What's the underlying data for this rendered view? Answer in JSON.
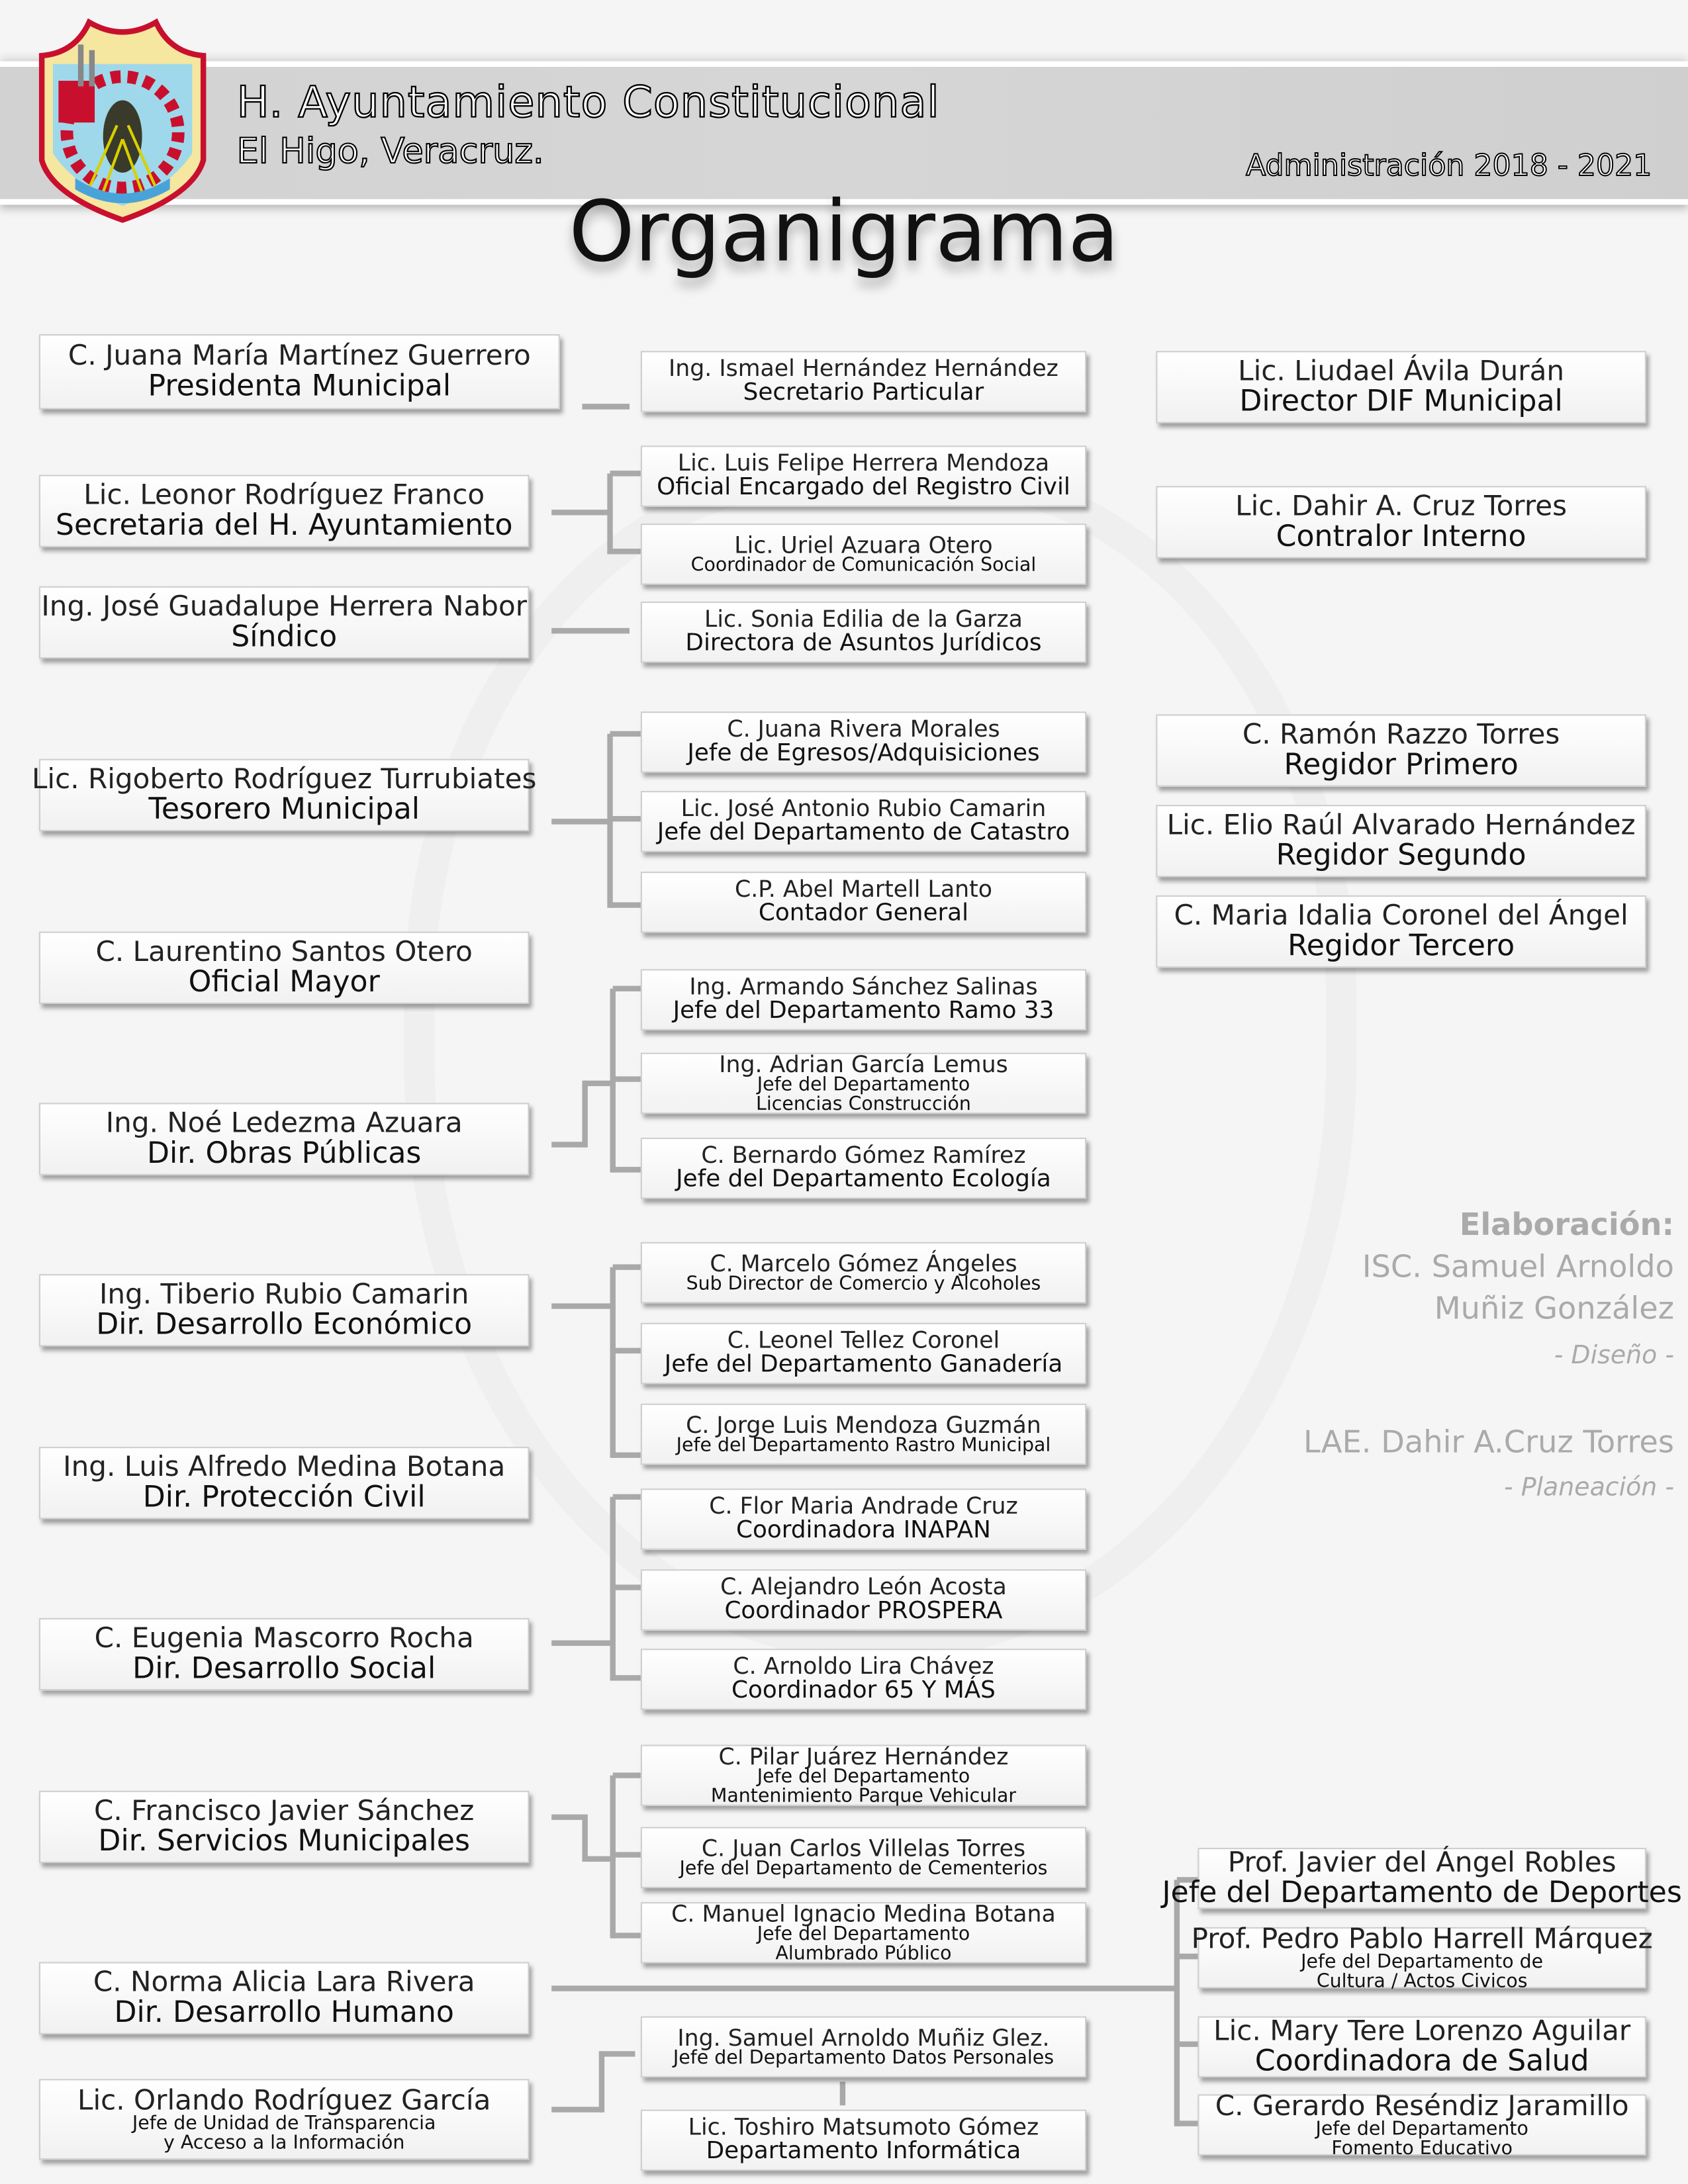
{
  "header": {
    "title": "H. Ayuntamiento Constitucional",
    "subtitle": "El Higo, Veracruz.",
    "administration": "Administración 2018 - 2021",
    "heading": "Organigrama"
  },
  "left": [
    {
      "name": "C. Juana María Martínez Guerrero",
      "role": "Presidenta Municipal"
    },
    {
      "name": "Lic. Leonor Rodríguez Franco",
      "role": "Secretaria del H. Ayuntamiento"
    },
    {
      "name": "Ing. José Guadalupe Herrera Nabor",
      "role": "Síndico"
    },
    {
      "name": "Lic. Rigoberto Rodríguez Turrubiates",
      "role": "Tesorero Municipal"
    },
    {
      "name": "C. Laurentino Santos Otero",
      "role": "Oficial Mayor"
    },
    {
      "name": "Ing. Noé Ledezma Azuara",
      "role": "Dir. Obras Públicas"
    },
    {
      "name": "Ing. Tiberio Rubio Camarin",
      "role": "Dir. Desarrollo Económico"
    },
    {
      "name": "Ing. Luis Alfredo Medina Botana",
      "role": "Dir. Protección Civil"
    },
    {
      "name": "C. Eugenia Mascorro Rocha",
      "role": "Dir. Desarrollo Social"
    },
    {
      "name": "C. Francisco Javier Sánchez",
      "role": "Dir. Servicios Municipales"
    },
    {
      "name": "C. Norma Alicia Lara Rivera",
      "role": "Dir. Desarrollo Humano"
    },
    {
      "name": "Lic. Orlando Rodríguez García",
      "small": [
        "Jefe de Unidad de Transparencia",
        "y Acceso a la Información"
      ]
    }
  ],
  "middle": [
    {
      "name": "Ing. Ismael Hernández Hernández",
      "role": "Secretario Particular"
    },
    {
      "name": "Lic. Luis Felipe Herrera Mendoza",
      "role": "Oficial Encargado del Registro Civil"
    },
    {
      "name": "Lic. Uriel Azuara Otero",
      "small": [
        "Coordinador de Comunicación Social"
      ]
    },
    {
      "name": "Lic. Sonia Edilia de la Garza",
      "role": "Directora de Asuntos Jurídicos"
    },
    {
      "name": "C. Juana Rivera Morales",
      "role": "Jefe de Egresos/Adquisiciones"
    },
    {
      "name": "Lic. José Antonio Rubio Camarin",
      "role": "Jefe del Departamento de Catastro"
    },
    {
      "name": "C.P. Abel Martell Lanto",
      "role": "Contador General"
    },
    {
      "name": "Ing. Armando Sánchez Salinas",
      "role": "Jefe del Departamento Ramo 33"
    },
    {
      "name": "Ing. Adrian García Lemus",
      "small": [
        "Jefe del Departamento",
        "Licencias Construcción"
      ]
    },
    {
      "name": "C. Bernardo Gómez Ramírez",
      "role": "Jefe del Departamento Ecología"
    },
    {
      "name": "C. Marcelo Gómez Ángeles",
      "small": [
        "Sub Director de Comercio y Alcoholes"
      ]
    },
    {
      "name": "C. Leonel Tellez Coronel",
      "role": "Jefe del Departamento Ganadería"
    },
    {
      "name": "C. Jorge Luis Mendoza Guzmán",
      "small": [
        "Jefe del Departamento Rastro Municipal"
      ]
    },
    {
      "name": "C. Flor Maria Andrade Cruz",
      "role": "Coordinadora INAPAN"
    },
    {
      "name": "C. Alejandro León Acosta",
      "role": "Coordinador PROSPERA"
    },
    {
      "name": "C. Arnoldo Lira Chávez",
      "role": "Coordinador 65 Y MÁS"
    },
    {
      "name": "C. Pilar Juárez Hernández",
      "small": [
        "Jefe del Departamento",
        "Mantenimiento Parque Vehicular"
      ]
    },
    {
      "name": "C. Juan Carlos Villelas Torres",
      "small": [
        "Jefe del Departamento de Cementerios"
      ]
    },
    {
      "name": "C. Manuel Ignacio Medina Botana",
      "small": [
        "Jefe del Departamento",
        "Alumbrado Público"
      ]
    },
    {
      "name": "Ing. Samuel Arnoldo Muñiz Glez.",
      "small": [
        "Jefe del Departamento Datos Personales"
      ]
    },
    {
      "name": "Lic. Toshiro Matsumoto Gómez",
      "role": "Departamento Informática"
    }
  ],
  "right": [
    {
      "name": "Lic. Liudael Ávila Durán",
      "role": "Director DIF Municipal"
    },
    {
      "name": "Lic. Dahir A. Cruz Torres",
      "role": "Contralor Interno"
    },
    {
      "name": "C. Ramón Razzo Torres",
      "role": "Regidor Primero"
    },
    {
      "name": "Lic. Elio Raúl Alvarado Hernández",
      "role": "Regidor Segundo"
    },
    {
      "name": "C. Maria Idalia Coronel del Ángel",
      "role": "Regidor Tercero"
    },
    {
      "name": "Prof. Javier del Ángel Robles",
      "role": "Jefe del Departamento de Deportes"
    },
    {
      "name": "Prof. Pedro Pablo Harrell Márquez",
      "small": [
        "Jefe del Departamento de",
        "Cultura / Actos Civicos"
      ]
    },
    {
      "name": "Lic. Mary Tere Lorenzo Aguilar",
      "role": "Coordinadora de Salud"
    },
    {
      "name": "C. Gerardo Reséndiz Jaramillo",
      "small": [
        "Jefe del Departamento",
        "Fomento Educativo"
      ]
    }
  ],
  "credits": {
    "label": "Elaboración:",
    "designer_line1": "ISC. Samuel Arnoldo",
    "designer_line2": "Muñiz González",
    "design_role": "- Diseño -",
    "planner": "LAE. Dahir A.Cruz Torres",
    "planning_role": "- Planeación -"
  },
  "colors": {
    "connector": "#a9a9a9",
    "text": "#111111",
    "credit": "#aaaaaa"
  }
}
